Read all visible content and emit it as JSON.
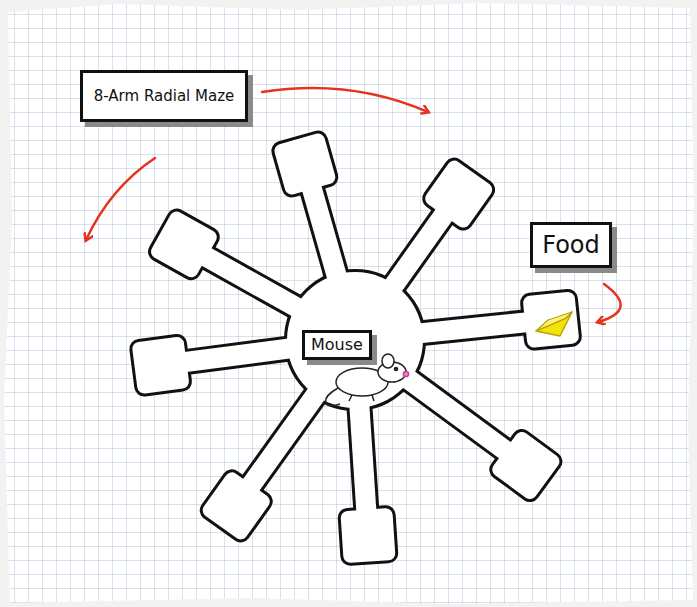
{
  "diagram": {
    "nodes": [
      {
        "text": [
          "8-Arm Radial Maze"
        ]
      },
      {
        "text": [
          "Food"
        ]
      },
      {
        "text": [
          "Mouse"
        ]
      }
    ]
  }
}
